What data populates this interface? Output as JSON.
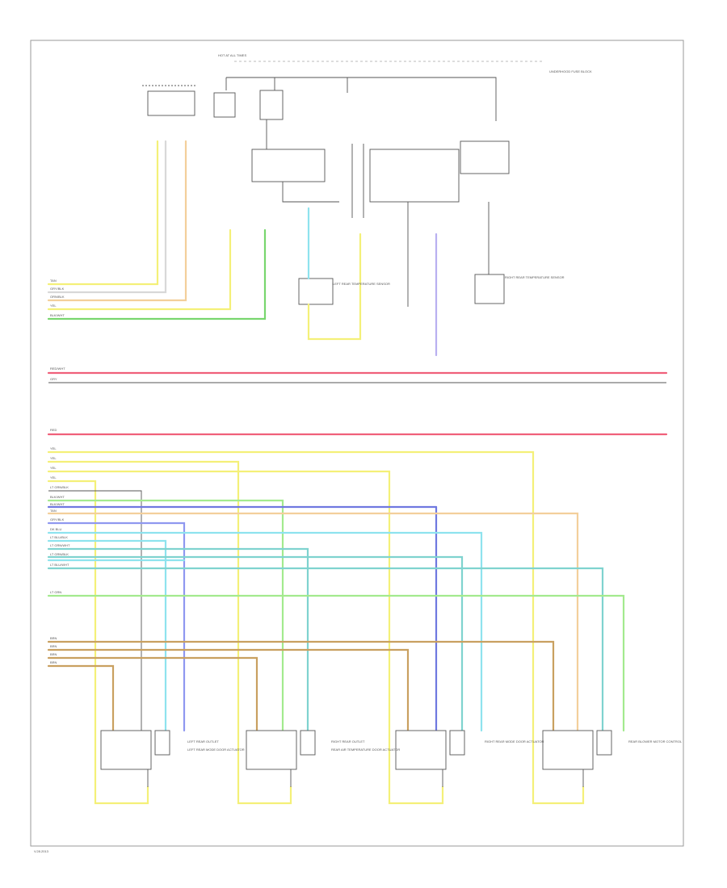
{
  "footer_code": "V.28.2013",
  "top_labels": {
    "hot_at_all_times": "HOT AT ALL TIMES",
    "underhood_fuse": "UNDERHOOD FUSE BLOCK"
  },
  "component_labels": [
    "LEFT REAR OUTLET",
    "RIGHT REAR OUTLET",
    "LEFT REAR TEMPERATURE SENSOR",
    "RIGHT REAR TEMPERATURE SENSOR",
    "LEFT REAR MODE DOOR ACTUATOR",
    "RIGHT REAR MODE DOOR ACTUATOR",
    "REAR AIR TEMPERATURE DOOR ACTUATOR",
    "REAR BLOWER MOTOR CONTROL"
  ],
  "wire_labels": {
    "top_group": [
      "TAN",
      "GRY/BLK",
      "ORN/BLK",
      "YEL",
      "BLK/WHT"
    ],
    "mid_group": [
      "RED/WHT",
      "GRY"
    ],
    "bottom_group": [
      "RED",
      "YEL",
      "YEL",
      "YEL",
      "YEL",
      "LT GRN/BLK",
      "BLK/WHT",
      "BLK/WHT",
      "TAN",
      "GRY/BLK",
      "DK BLU",
      "LT BLU/BLK",
      "LT GRN/WHT",
      "LT GRN/BLK",
      "LT BLU/WHT",
      "LT GRN",
      "BRN",
      "BRN",
      "BRN",
      "BRN"
    ]
  },
  "colors": {
    "frame": "#9a9a9a",
    "yellow": "#f4f078",
    "tan": "#f3cf9b",
    "orange": "#f2c06a",
    "green": "#78d66e",
    "pink": "#f0607a",
    "blue": "#6f78e0",
    "cyan": "#8ee3ee",
    "teal": "#7fd3cf",
    "lightgreen": "#a3ea8e",
    "brown": "#c9a060",
    "grey": "#8a8a8a",
    "lavender": "#b9b0f0"
  }
}
